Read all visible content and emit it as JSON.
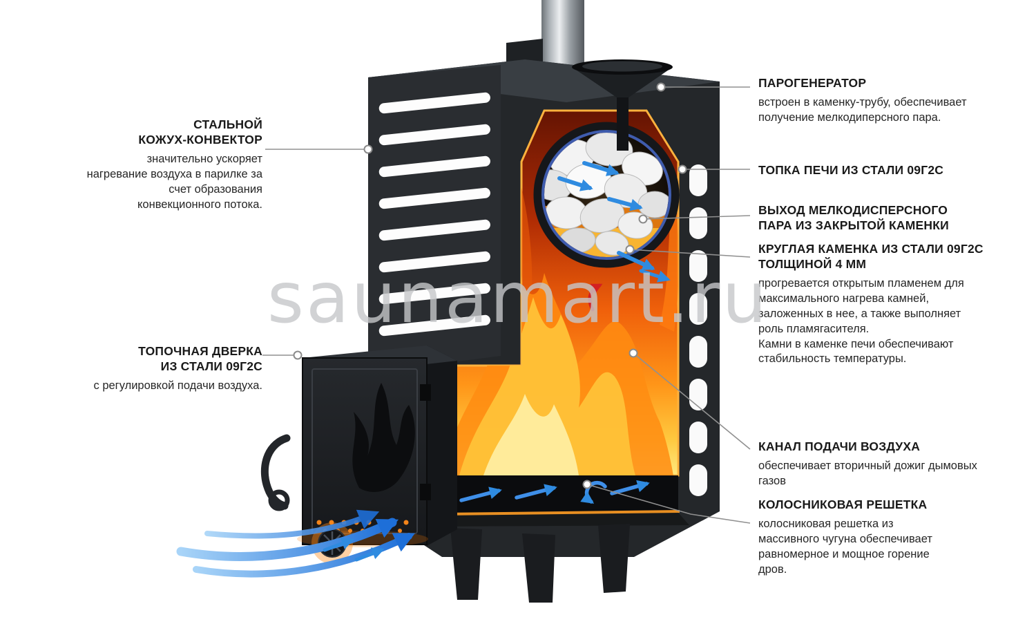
{
  "watermark": {
    "text": "saunamart.ru"
  },
  "callouts": {
    "left": [
      {
        "title": "СТАЛЬНОЙ\nКОЖУХ-КОНВЕКТОР",
        "desc": "значительно ускоряет\nнагревание воздуха в парилке за\nсчет образования\nконвекционного потока."
      },
      {
        "title": "ТОПОЧНАЯ ДВЕРКА\nИЗ СТАЛИ 09Г2С",
        "desc": "с регулировкой подачи воздуха."
      }
    ],
    "right": [
      {
        "title": "ПАРОГЕНЕРАТОР",
        "desc": "встроен в каменку-трубу, обеспечивает\nполучение мелкодиперсного пара."
      },
      {
        "title": "ТОПКА ПЕЧИ ИЗ СТАЛИ 09Г2С",
        "desc": ""
      },
      {
        "title": "ВЫХОД МЕЛКОДИСПЕРСНОГО\nПАРА ИЗ ЗАКРЫТОЙ КАМЕНКИ",
        "desc": ""
      },
      {
        "title": "КРУГЛАЯ КАМЕНКА ИЗ СТАЛИ 09Г2С\nТОЛЩИНОЙ 4 ММ",
        "desc": "прогревается открытым пламенем для\nмаксимального нагрева камней,\nзаложенных в нее, а также выполняет\nроль пламягасителя.\nКамни в каменке печи обеспечивают\nстабильность температуры."
      },
      {
        "title": "КАНАЛ ПОДАЧИ ВОЗДУХА",
        "desc": "обеспечивает вторичный дожиг дымовых\nгазов"
      },
      {
        "title": "КОЛОСНИКОВАЯ РЕШЕТКА",
        "desc": "колосниковая решетка из\nмассивного чугуна обеспечивает\nравномерное и мощное горение\nдров."
      }
    ]
  },
  "illustration": {
    "subject": "sauna-stove-cutaway",
    "parts": [
      "chimney-pipe",
      "steam-funnel",
      "stone-chamber",
      "firebox-flames",
      "convector-housing",
      "furnace-door",
      "door-handle",
      "air-damper-rosette",
      "grate-channel",
      "air-flow-arrows"
    ],
    "colors": {
      "steel_dark": "#25282b",
      "flame_orange": "#ff8c12",
      "flame_yellow": "#ffc83e",
      "air_blue": "#2f8be0",
      "stone_ring_blue": "#3f5cae",
      "callout_line": "#909090"
    }
  }
}
